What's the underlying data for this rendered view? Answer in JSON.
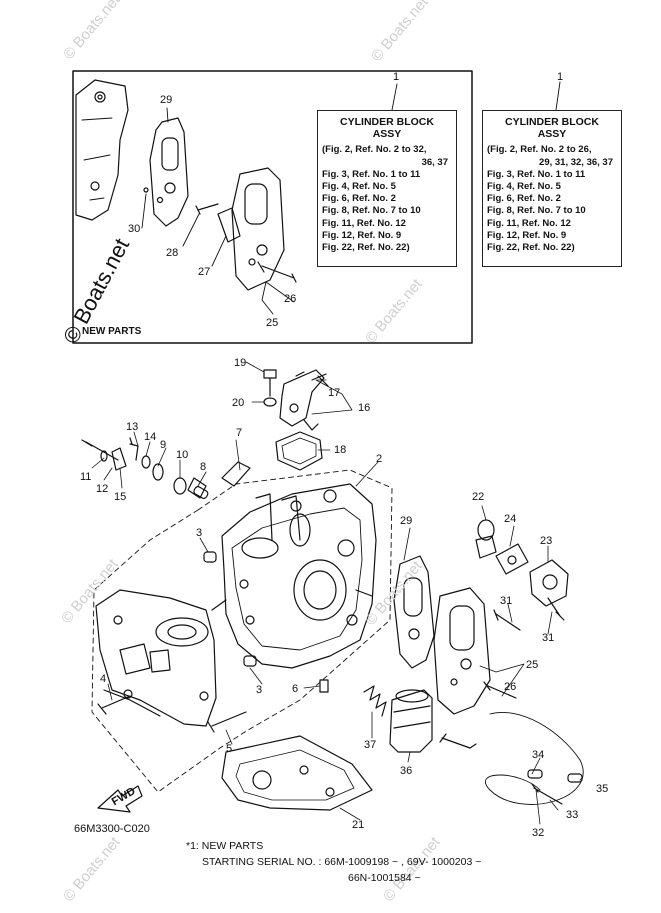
{
  "watermark": "© Boats.net",
  "inset": {
    "label": "NEW PARTS",
    "callouts": [
      "29",
      "30",
      "28",
      "27",
      "26",
      "25"
    ]
  },
  "ref_boxes": [
    {
      "part_no": "1",
      "title": "CYLINDER BLOCK",
      "subtitle": "ASSY",
      "lines": [
        "(Fig. 2, Ref. No. 2 to 32,",
        "36, 37",
        "Fig. 3, Ref. No. 1 to 11",
        "Fig. 4, Ref. No. 5",
        "Fig. 6, Ref. No. 2",
        "Fig. 8, Ref. No. 7 to 10",
        "Fig. 11, Ref. No. 12",
        "Fig. 12, Ref. No. 9",
        "Fig. 22, Ref. No. 22)"
      ]
    },
    {
      "part_no": "1",
      "title": "CYLINDER BLOCK",
      "subtitle": "ASSY",
      "lines": [
        "(Fig. 2, Ref. No. 2 to 26,",
        "29, 31, 32, 36, 37",
        "Fig. 3, Ref. No. 1 to 11",
        "Fig. 4, Ref. No. 5",
        "Fig. 6, Ref. No. 2",
        "Fig. 8, Ref. No. 7 to 10",
        "Fig. 11, Ref. No. 12",
        "Fig. 12, Ref. No. 9",
        "Fig. 22, Ref. No. 22)"
      ]
    }
  ],
  "callouts": [
    "19",
    "17",
    "20",
    "16",
    "18",
    "13",
    "14",
    "9",
    "7",
    "10",
    "8",
    "2",
    "11",
    "12",
    "15",
    "22",
    "24",
    "29",
    "23",
    "3",
    "31",
    "31",
    "25",
    "26",
    "4",
    "3",
    "6",
    "37",
    "5",
    "36",
    "34",
    "35",
    "33",
    "32",
    "21"
  ],
  "fwd_label": "FWD",
  "figure_code": "66M3300-C020",
  "footer": {
    "note": "*1: NEW PARTS",
    "serial_line1": "STARTING SERIAL NO. : 66M-1009198 ~ , 69V- 1000203 ~",
    "serial_line2": "66N-1001584 ~"
  }
}
